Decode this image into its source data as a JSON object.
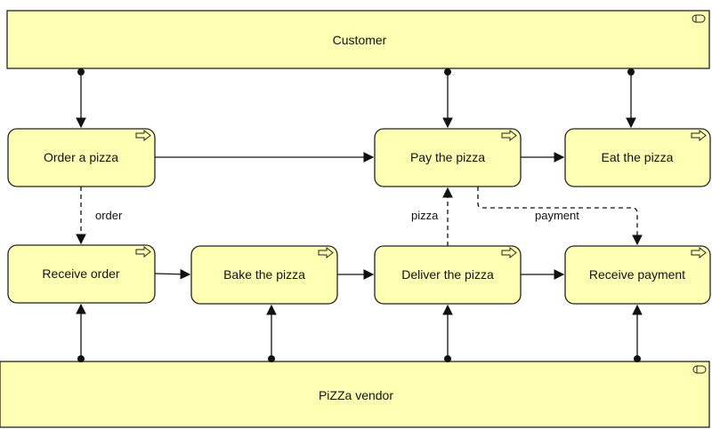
{
  "actors": [
    {
      "id": "customer",
      "label": "Customer",
      "icon": "role-icon"
    },
    {
      "id": "vendor",
      "label": "PiZZa vendor",
      "icon": "role-icon"
    }
  ],
  "processes": [
    {
      "id": "order",
      "label": "Order a pizza",
      "icon": "process-arrow-icon"
    },
    {
      "id": "pay",
      "label": "Pay the pizza",
      "icon": "process-arrow-icon"
    },
    {
      "id": "eat",
      "label": "Eat the pizza",
      "icon": "process-arrow-icon"
    },
    {
      "id": "receive-order",
      "label": "Receive order",
      "icon": "process-arrow-icon"
    },
    {
      "id": "bake",
      "label": "Bake the pizza",
      "icon": "process-arrow-icon"
    },
    {
      "id": "deliver",
      "label": "Deliver the pizza",
      "icon": "process-arrow-icon"
    },
    {
      "id": "receive-payment",
      "label": "Receive payment",
      "icon": "process-arrow-icon"
    }
  ],
  "flow_labels": {
    "order": "order",
    "pizza": "pizza",
    "payment": "payment"
  },
  "colors": {
    "box_fill": "#ffffb3",
    "line": "#111111"
  }
}
